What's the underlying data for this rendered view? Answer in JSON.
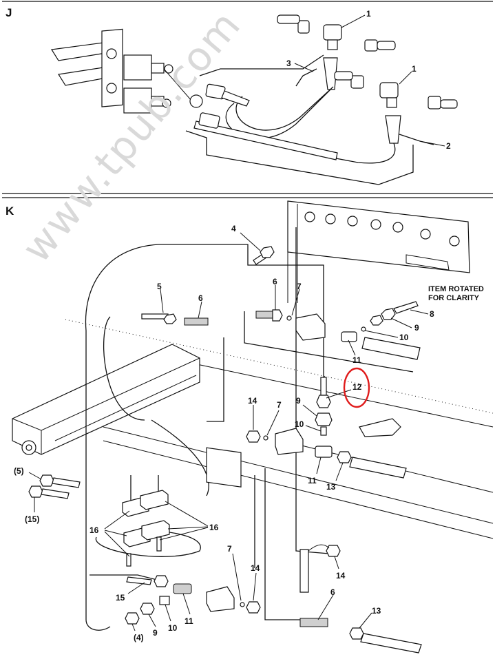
{
  "watermark": "www.tpub.com",
  "panels": [
    {
      "letter": "J",
      "callouts": [
        "1",
        "1",
        "3",
        "2"
      ]
    },
    {
      "letter": "K",
      "note_lines": [
        "ITEM ROTATED",
        "FOR CLARITY"
      ],
      "callouts": [
        "4",
        "5",
        "6",
        "6",
        "7",
        "8",
        "9",
        "10",
        "11",
        "12",
        "9",
        "10",
        "14",
        "7",
        "11",
        "13",
        "(5)",
        "(15)",
        "16",
        "16",
        "7",
        "14",
        "15",
        "11",
        "14",
        "6",
        "13",
        "(4)",
        "9",
        "10"
      ],
      "highlighted_callout": "12",
      "highlight_color": "#e01b1b"
    }
  ]
}
